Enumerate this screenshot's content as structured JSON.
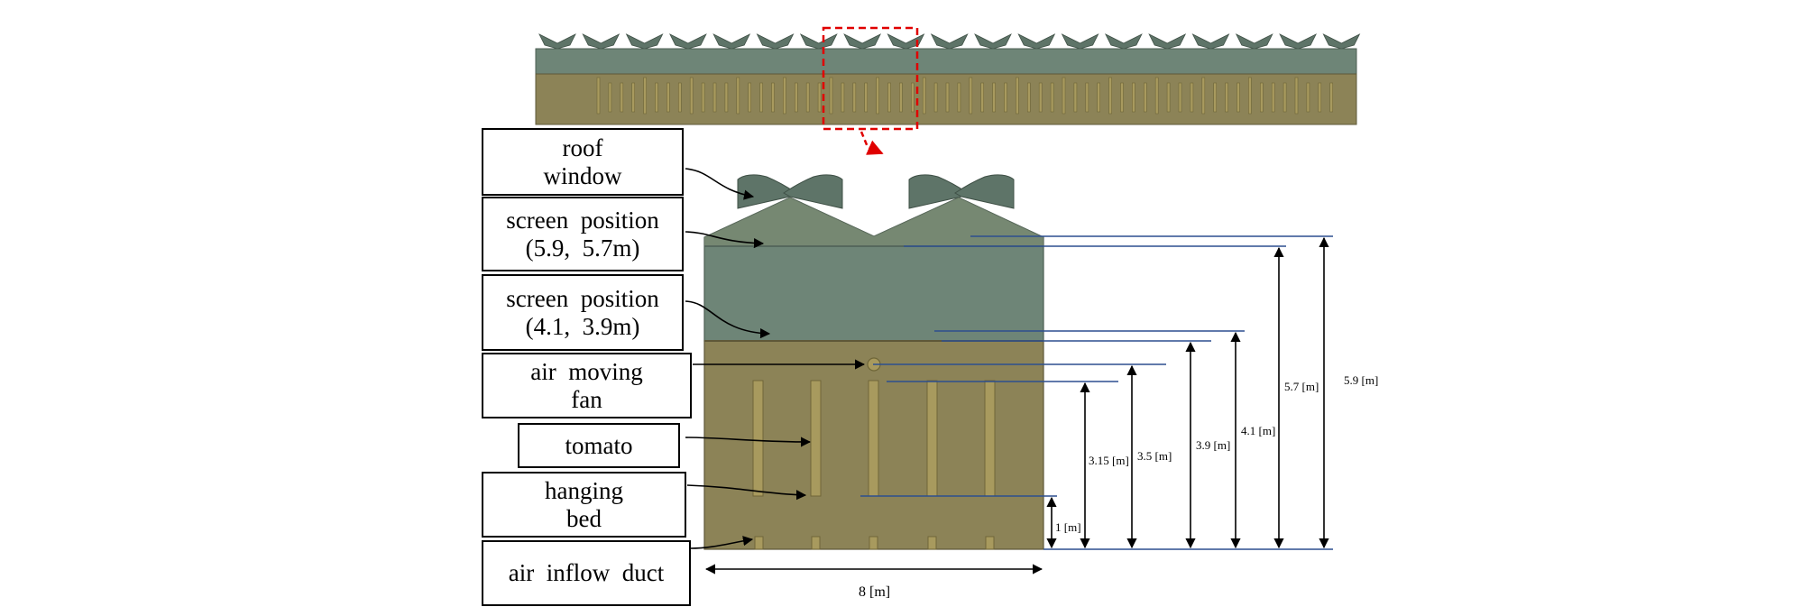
{
  "labels": {
    "roof_window": [
      "roof",
      "window"
    ],
    "screen_upper": [
      "screen  position",
      "(5.9,  5.7m)"
    ],
    "screen_lower": [
      "screen  position",
      "(4.1,  3.9m)"
    ],
    "fan": [
      "air  moving",
      "fan"
    ],
    "tomato": [
      "tomato"
    ],
    "hanging_bed": [
      "hanging",
      "bed"
    ],
    "duct": [
      "air  inflow  duct"
    ]
  },
  "dimensions": {
    "width": "8 [m]",
    "h_bed": "1 [m]",
    "h_315": "3.15 [m]",
    "h_35": "3.5 [m]",
    "h_39": "3.9 [m]",
    "h_41": "4.1 [m]",
    "h_57": "5.7 [m]",
    "h_59": "5.9 [m]"
  },
  "colors": {
    "upper_zone": "#6e8577",
    "lower_zone": "#8c8357",
    "roof_window": "#5e7468",
    "plant": "#a89a5e",
    "level_line": "#2d4f8f",
    "highlight": "#e00000"
  }
}
